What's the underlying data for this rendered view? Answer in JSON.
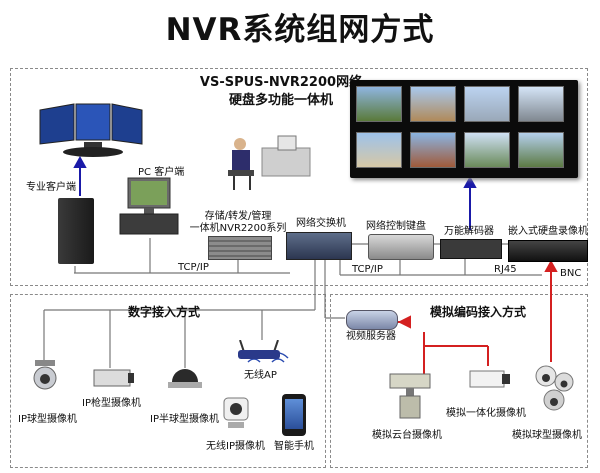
{
  "title": "NVR系统组网方式",
  "center_device": {
    "line1": "VS-SPUS-NVR2200网络",
    "line2": "硬盘多功能一体机"
  },
  "labels": {
    "pro_client": "专业客户端",
    "pc_client": "PC 客户端",
    "nvr_line1": "存储/转发/管理",
    "nvr_line2": "一体机NVR2200系列",
    "switch": "网络交换机",
    "keyboard": "网络控制键盘",
    "decoder": "万能解码器",
    "dvr": "嵌入式硬盘录像机",
    "tcpip_1": "TCP/IP",
    "tcpip_2": "TCP/IP",
    "rj45": "RJ45",
    "bnc": "BNC",
    "video_server": "视频服务器",
    "wireless_ap": "无线AP",
    "ip_dome": "IP球型摄像机",
    "ip_bullet": "IP枪型摄像机",
    "ip_half": "IP半球型摄像机",
    "wireless_ip": "无线IP摄像机",
    "smartphone": "智能手机",
    "analog_ptz": "模拟云台摄像机",
    "analog_box": "模拟一体化摄像机",
    "analog_dome": "模拟球型摄像机"
  },
  "sections": {
    "digital": "数字接入方式",
    "analog": "模拟编码接入方式"
  },
  "colors": {
    "link_blue": "#1a1aa8",
    "link_red": "#d42020",
    "network_line": "#777777"
  }
}
